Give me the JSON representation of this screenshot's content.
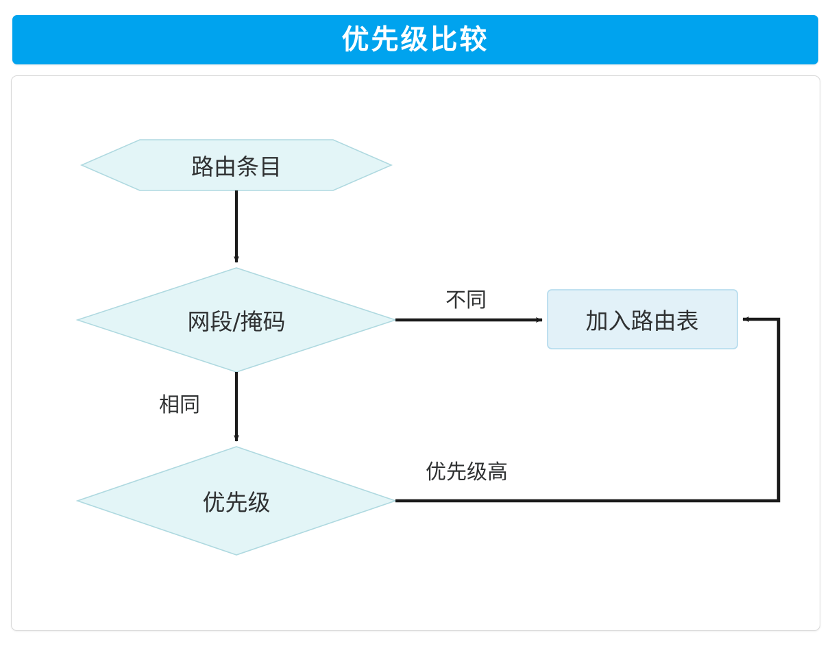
{
  "header": {
    "title": "优先级比较",
    "bg_color": "#00A3EE",
    "text_color": "#FFFFFF"
  },
  "diagram": {
    "type": "flowchart",
    "shape_fill": "#E3F5F7",
    "shape_stroke": "#AFD9E0",
    "box_fill": "#E2F1F8",
    "box_stroke": "#B8DDEE",
    "connector_color": "#1A1A1A",
    "nodes": [
      {
        "id": "route-entry",
        "label": "路由条目",
        "shape": "hexagon"
      },
      {
        "id": "net-mask",
        "label": "网段/掩码",
        "shape": "diamond"
      },
      {
        "id": "priority",
        "label": "优先级",
        "shape": "diamond"
      },
      {
        "id": "add-to-table",
        "label": "加入路由表",
        "shape": "rounded-rect"
      }
    ],
    "edges": [
      {
        "id": "e1",
        "from": "route-entry",
        "to": "net-mask",
        "label": ""
      },
      {
        "id": "e2",
        "from": "net-mask",
        "to": "add-to-table",
        "label": "不同"
      },
      {
        "id": "e3",
        "from": "net-mask",
        "to": "priority",
        "label": "相同"
      },
      {
        "id": "e4",
        "from": "priority",
        "to": "add-to-table",
        "label": "优先级高"
      }
    ]
  }
}
